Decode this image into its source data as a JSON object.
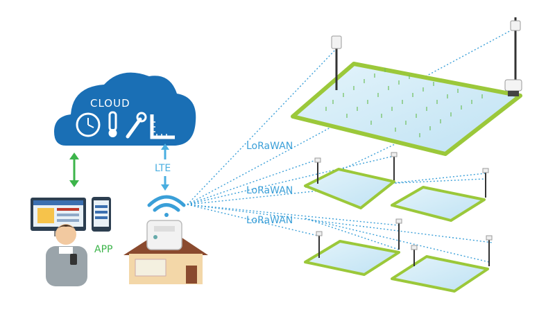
{
  "labels": {
    "cloud": "CLOUD",
    "lte": "LTE",
    "lorawan": [
      "LoRaWAN",
      "LoRaWAN",
      "LoRaWAN"
    ],
    "app": "APP"
  },
  "icons": {
    "cloud": [
      "clock-icon",
      "thermometer-icon",
      "wrench-icon",
      "ruler-icon"
    ],
    "person": "farmer-with-phone-icon",
    "devices": [
      "desktop-monitor-icon",
      "smartphone-icon"
    ],
    "house": "house-with-gateway-icon",
    "wifi": "wifi-signal-icon",
    "fields": "rice-paddy-field-icon",
    "sensor": "sensor-pole-icon"
  },
  "colors": {
    "cloud": "#1a6fb5",
    "lte_arrow": "#4aaee0",
    "app_arrow": "#3cb44a",
    "lora_link": "#3a9fd8",
    "field_water": "#cfe9f5",
    "field_border": "#9bc83a"
  }
}
